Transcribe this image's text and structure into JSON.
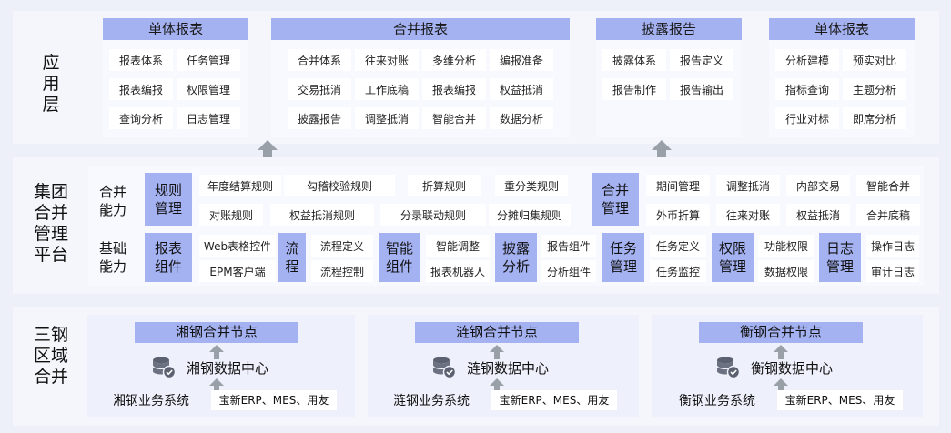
{
  "layers": {
    "application": "应\n用\n层",
    "group_platform": "集团\n合并\n管理\n平台",
    "sangang": "三钢\n区域\n合并"
  },
  "app": {
    "single_report_1": {
      "title": "单体报表",
      "items": [
        "报表体系",
        "任务管理",
        "报表编报",
        "权限管理",
        "查询分析",
        "日志管理"
      ]
    },
    "consolidated": {
      "title": "合并报表",
      "items": [
        "合并体系",
        "往来对账",
        "多维分析",
        "编报准备",
        "交易抵消",
        "工作底稿",
        "报表编报",
        "权益抵消",
        "披露报告",
        "调整抵消",
        "智能合并",
        "数据分析"
      ]
    },
    "disclosure": {
      "title": "披露报告",
      "items": [
        "披露体系",
        "报告定义",
        "报告制作",
        "报告输出"
      ]
    },
    "single_report_2": {
      "title": "单体报表",
      "items": [
        "分析建模",
        "预实对比",
        "指标查询",
        "主题分析",
        "行业对标",
        "即席分析"
      ]
    }
  },
  "platform": {
    "merge_capability": "合并\n能力",
    "base_capability": "基础\n能力",
    "rule_mgmt": "规则\n管理",
    "rules": [
      "年度结算规则",
      "勾稽校验规则",
      "折算规则",
      "重分类规则",
      "对账规则",
      "权益抵消规则",
      "分录联动规则",
      "分摊归集规则"
    ],
    "merge_mgmt": "合并\n管理",
    "merge_items": [
      "期间管理",
      "调整抵消",
      "内部交易",
      "智能合并",
      "外币折算",
      "往来对账",
      "权益抵消",
      "合并底稿"
    ],
    "report_comp": "报表\n组件",
    "report_comp_items": [
      "Web表格控件",
      "EPM客户端"
    ],
    "flow": "流\n程",
    "flow_items": [
      "流程定义",
      "流程控制"
    ],
    "smart_comp": "智能\n组件",
    "smart_items": [
      "智能调整",
      "报表机器人"
    ],
    "disclosure_analysis": "披露\n分析",
    "disclosure_items": [
      "报告组件",
      "分析组件"
    ],
    "task_mgmt": "任务\n管理",
    "task_items": [
      "任务定义",
      "任务监控"
    ],
    "perm_mgmt": "权限\n管理",
    "perm_items": [
      "功能权限",
      "数据权限"
    ],
    "log_mgmt": "日志\n管理",
    "log_items": [
      "操作日志",
      "审计日志"
    ]
  },
  "regions": [
    {
      "node": "湘钢合并节点",
      "dc": "湘钢数据中心",
      "biz": "湘钢业务系统",
      "src": "宝新ERP、MES、用友"
    },
    {
      "node": "涟钢合并节点",
      "dc": "涟钢数据中心",
      "biz": "涟钢业务系统",
      "src": "宝新ERP、MES、用友"
    },
    {
      "node": "衡钢合并节点",
      "dc": "衡钢数据中心",
      "biz": "衡钢业务系统",
      "src": "宝新ERP、MES、用友"
    }
  ],
  "colors": {
    "accent": "#a5b2f2",
    "arrow": "#9aa0a8",
    "background": "#eef0f9"
  }
}
